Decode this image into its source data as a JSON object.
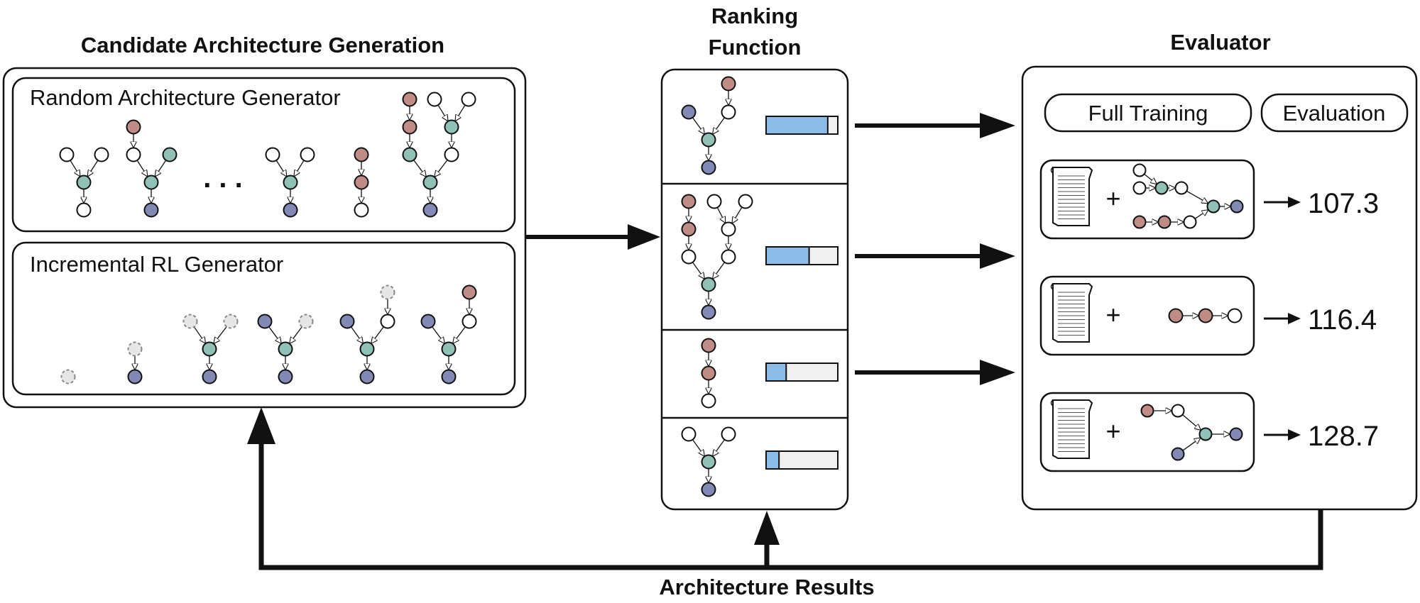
{
  "colors": {
    "red_node": "#c08c86",
    "teal_node": "#8fc1b6",
    "blue_node": "#8189b4",
    "dashed_node": "#e6e6e6",
    "bar_fill": "#8ebce8",
    "bar_track": "#f0f0f0",
    "stroke": "#111111"
  },
  "generation": {
    "title": "Candidate Architecture Generation",
    "random_label": "Random Architecture Generator",
    "ellipsis": ". . .",
    "incremental_label": "Incremental RL Generator"
  },
  "ranking": {
    "title_line1": "Ranking",
    "title_line2": "Function",
    "scores": [
      0.86,
      0.6,
      0.28,
      0.18
    ]
  },
  "evaluator": {
    "title": "Evaluator",
    "full_training_label": "Full Training",
    "evaluation_label": "Evaluation",
    "rows": [
      {
        "plus": "+",
        "score": "107.3"
      },
      {
        "plus": "+",
        "score": "116.4"
      },
      {
        "plus": "+",
        "score": "128.7"
      }
    ]
  },
  "feedback": {
    "label": "Architecture Results"
  },
  "icons": {
    "document": "document-icon",
    "arrow": "right-arrow-icon"
  }
}
